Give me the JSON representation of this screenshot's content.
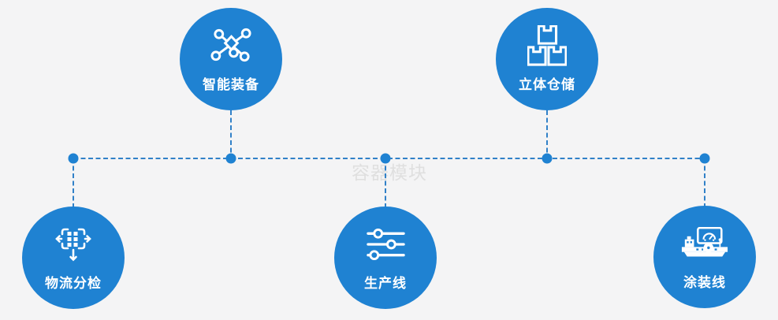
{
  "diagram": {
    "watermark": "容器模块",
    "nodes": [
      {
        "id": "smart-equipment",
        "label": "智能装备",
        "icon": "network-nodes-icon"
      },
      {
        "id": "cubic-warehouse",
        "label": "立体仓储",
        "icon": "stacked-boxes-icon"
      },
      {
        "id": "logistics-sorting",
        "label": "物流分检",
        "icon": "move-grid-icon"
      },
      {
        "id": "production-line",
        "label": "生产线",
        "icon": "sliders-icon"
      },
      {
        "id": "coating-line",
        "label": "涂装线",
        "icon": "machine-icon"
      }
    ],
    "colors": {
      "node_fill": "#1f82d2",
      "connector_line": "#3181c8",
      "junction_dot": "#1f82d2",
      "icon_and_text": "#ffffff",
      "background": "#f4f4f5",
      "watermark_text": "#dfdfdf"
    }
  }
}
